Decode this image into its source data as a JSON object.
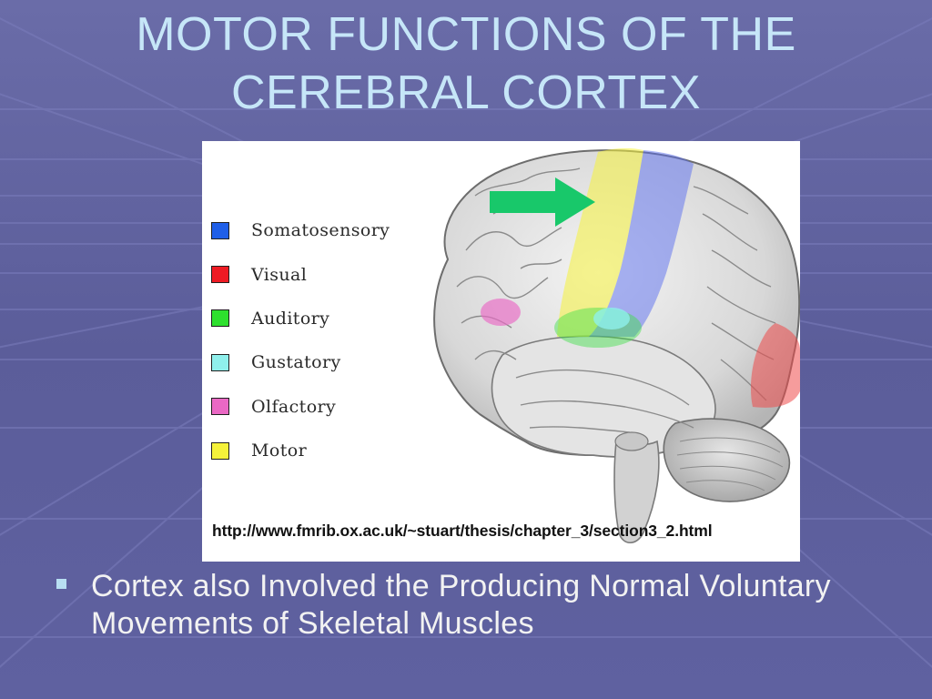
{
  "title_lines": [
    "MOTOR FUNCTIONS OF THE",
    "CEREBRAL CORTEX"
  ],
  "legend": [
    {
      "label": "Somatosensory",
      "color": "#1f5fe8"
    },
    {
      "label": "Visual",
      "color": "#ee1b24"
    },
    {
      "label": "Auditory",
      "color": "#2ee02e"
    },
    {
      "label": "Gustatory",
      "color": "#8ff0ec"
    },
    {
      "label": "Olfactory",
      "color": "#ea68c4"
    },
    {
      "label": "Motor",
      "color": "#f5f23a"
    }
  ],
  "source_url": "http://www.fmrib.ox.ac.uk/~stuart/thesis/chapter_3/section3_2.html",
  "bullet_text": "Cortex also Involved the Producing Normal Voluntary Movements of Skeletal Muscles",
  "colors": {
    "background": "#5d5f9c",
    "title_text": "#c6e6f8",
    "bullet_marker": "#b8dff2",
    "arrow": "#18c86a"
  }
}
